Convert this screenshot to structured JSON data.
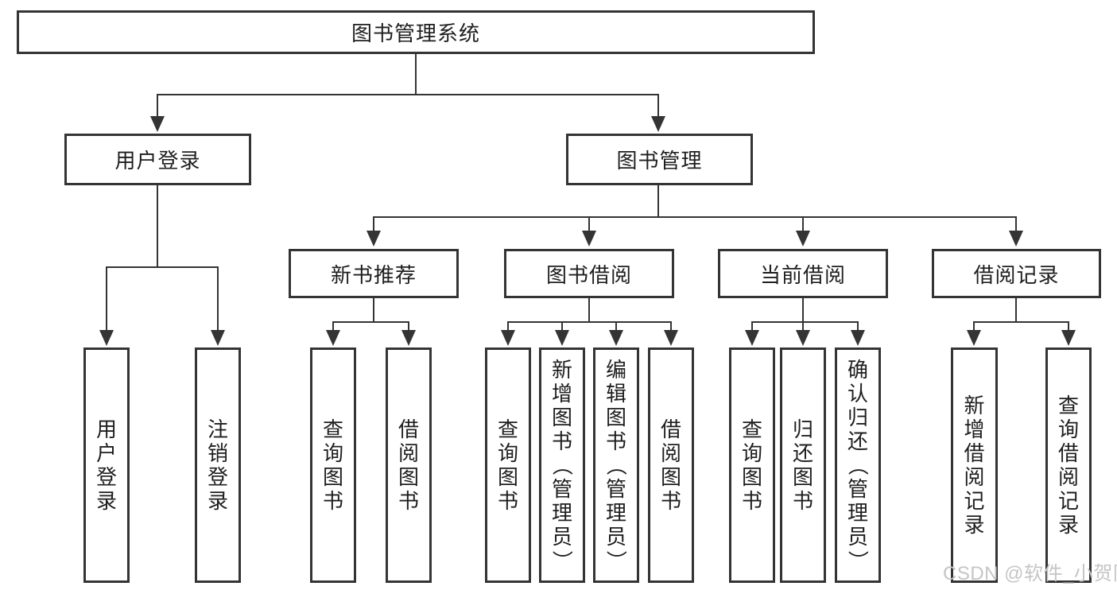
{
  "diagram": {
    "root_label": "图书管理系统",
    "level2": {
      "user_login": "用户登录",
      "book_mgmt": "图书管理"
    },
    "level3": {
      "new_books": "新书推荐",
      "book_borrow": "图书借阅",
      "current_borrow": "当前借阅",
      "borrow_records": "借阅记录"
    },
    "leaves": {
      "user_login": [
        "用户登录",
        "注销登录"
      ],
      "new_books": [
        "查询图书",
        "借阅图书"
      ],
      "book_borrow": [
        "查询图书",
        "新增图书（管理员）",
        "编辑图书（管理员）",
        "借阅图书"
      ],
      "current_borrow": [
        "查询图书",
        "归还图书",
        "确认归还（管理员）"
      ],
      "borrow_records": [
        "新增借阅记录",
        "查询借阅记录"
      ]
    }
  },
  "watermark": {
    "text": "CSDN @软件_小贺同学",
    "color": "#c5c5c8"
  },
  "colors": {
    "line": "#343434",
    "text": "#1e1e1e",
    "background": "#ffffff"
  }
}
